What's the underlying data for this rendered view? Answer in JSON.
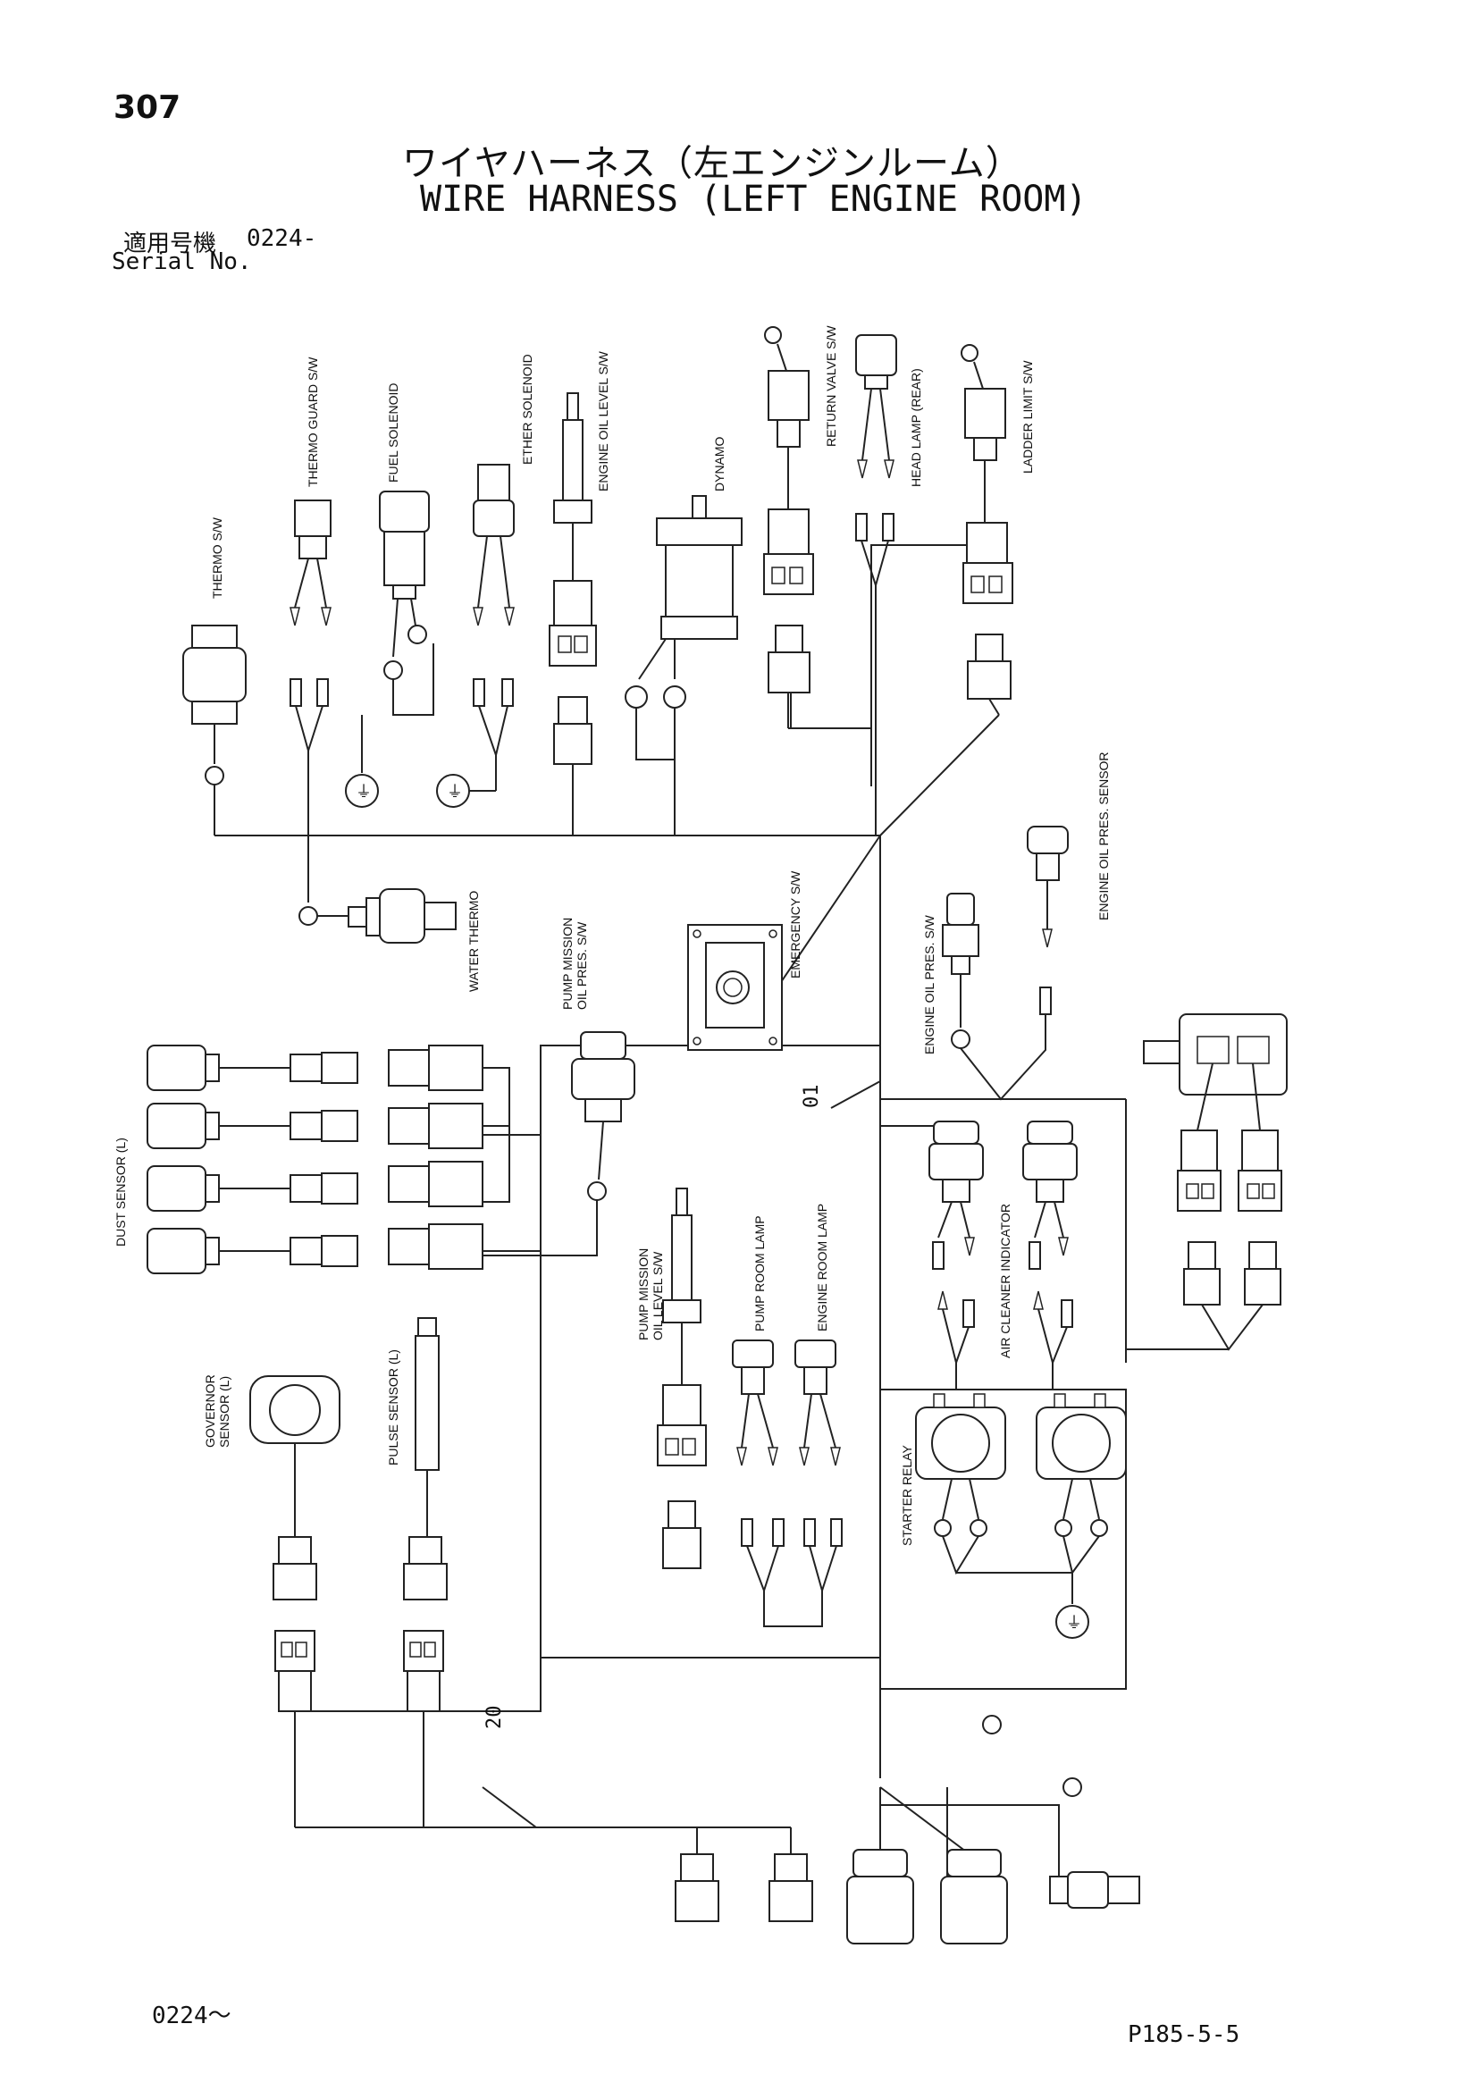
{
  "page": {
    "number": "307",
    "title_jp": "ワイヤハーネス（左エンジンルーム）",
    "title_en": "WIRE HARNESS (LEFT ENGINE ROOM)",
    "serial_label_jp": "適用号機",
    "serial_value": "0224-",
    "serial_label_en": "Serial No.",
    "footer_serial": "0224～",
    "footer_ref": "P185-5-5"
  },
  "components": {
    "thermo_sw": "THERMO S/W",
    "thermo_guard_sw": "THERMO GUARD S/W",
    "fuel_solenoid": "FUEL SOLENOID",
    "ether_solenoid": "ETHER SOLENOID",
    "engine_oil_level_sw": "ENGINE OIL LEVEL S/W",
    "dynamo": "DYNAMO",
    "return_valve_sw": "RETURN VALVE S/W",
    "head_lamp_rear": "HEAD LAMP (REAR)",
    "ladder_limit_sw": "LADDER LIMIT S/W",
    "water_thermo": "WATER THERMO",
    "pump_mission_oil_pres_sw_1": "PUMP MISSION",
    "pump_mission_oil_pres_sw_2": "OIL PRES. S/W",
    "emergency_sw": "EMERGENCY S/W",
    "engine_oil_pres_sw": "ENGINE OIL PRES. S/W",
    "engine_oil_pres_sensor": "ENGINE OIL PRES. SENSOR",
    "dust_sensor_l": "DUST SENSOR (L)",
    "pump_mission_oil_level_sw_1": "PUMP MISSION",
    "pump_mission_oil_level_sw_2": "OIL LEVEL S/W",
    "pump_room_lamp": "PUMP ROOM LAMP",
    "engine_room_lamp": "ENGINE ROOM LAMP",
    "air_cleaner_indicator": "AIR CLEANER INDICATOR",
    "governor_sensor_l_1": "GOVERNOR",
    "governor_sensor_l_2": "SENSOR (L)",
    "pulse_sensor_l": "PULSE SENSOR (L)",
    "starter_relay": "STARTER RELAY"
  },
  "callouts": {
    "harness_01": "01",
    "harness_20": "20"
  }
}
